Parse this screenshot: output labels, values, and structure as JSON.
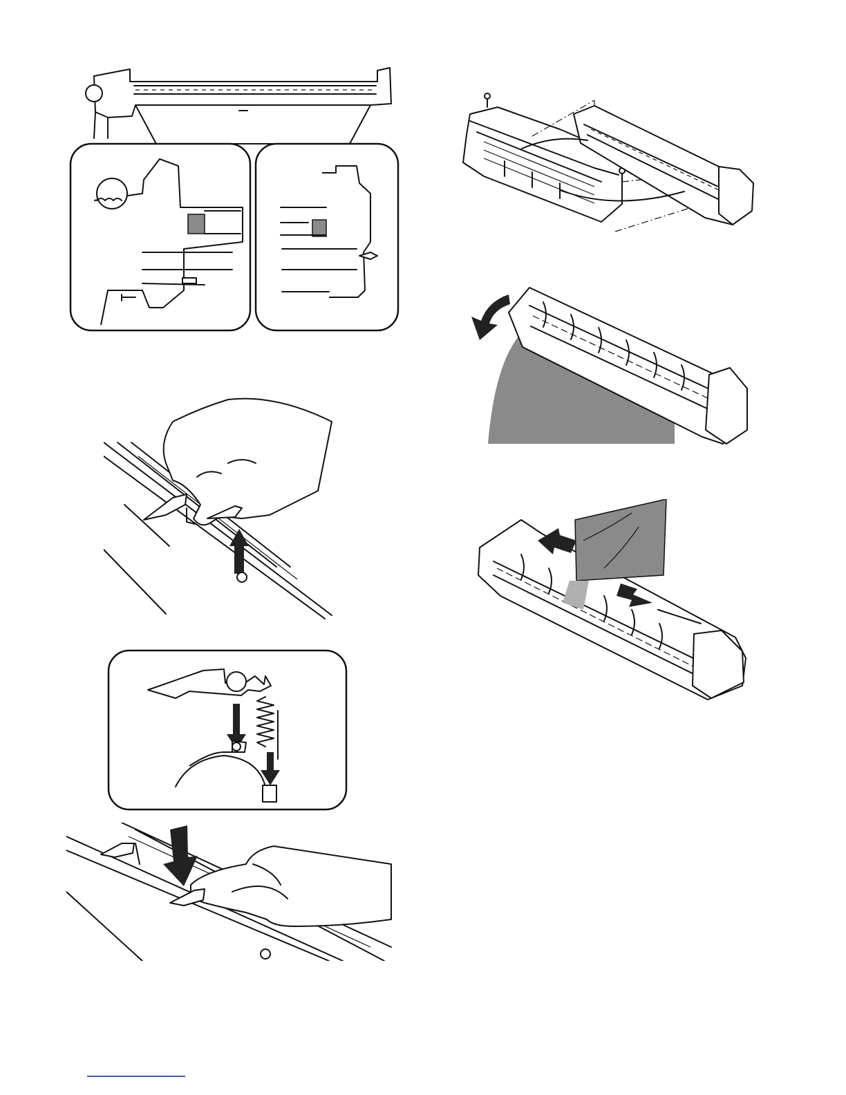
{
  "page": {
    "background": "#ffffff",
    "line_color": "#111111",
    "shade_color": "#8a8a8a",
    "footer_rule_color": "#3a5fb4"
  },
  "figures": [
    {
      "id": "drum-unit-end-supports",
      "icon": "drum-unit-assembly-drawing"
    },
    {
      "id": "screw-removal-exploded",
      "icon": "exploded-view-drawing"
    },
    {
      "id": "unit-rotate-cover",
      "icon": "rotation-arrow-drawing"
    },
    {
      "id": "finger-lever-release",
      "icon": "hand-lever-drawing"
    },
    {
      "id": "sheet-slide-out",
      "icon": "sheet-removal-drawing"
    },
    {
      "id": "lever-spring-detail",
      "icon": "spring-detail-drawing"
    },
    {
      "id": "press-lever-install",
      "icon": "hand-press-drawing"
    }
  ]
}
